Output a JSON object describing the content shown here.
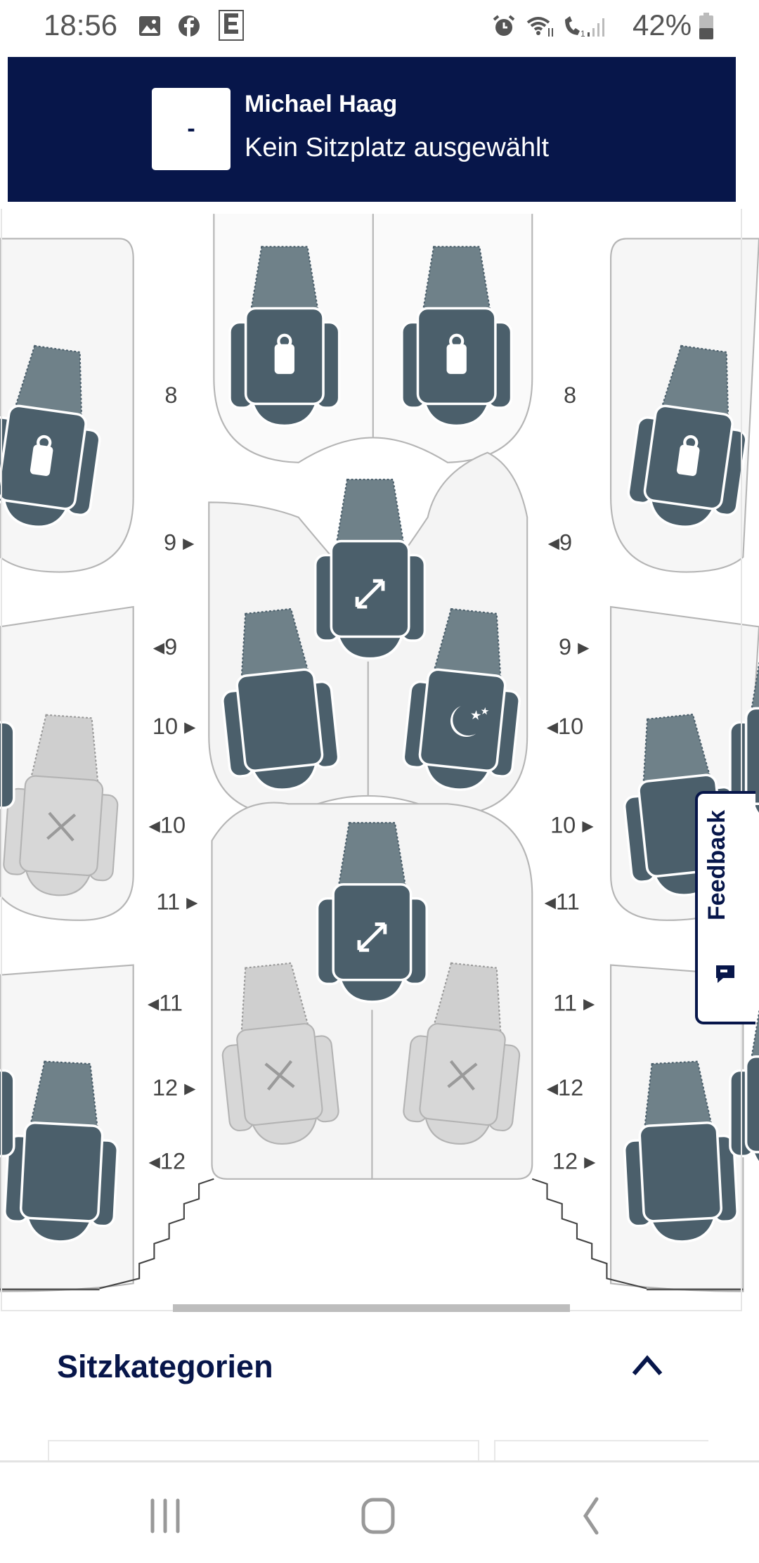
{
  "status_bar": {
    "time": "18:56",
    "battery": "42%",
    "icons": [
      "gallery-icon",
      "facebook-icon",
      "edeka-icon",
      "alarm-icon",
      "wifi-icon",
      "wifi-call-icon",
      "signal-icon",
      "battery-icon"
    ]
  },
  "header": {
    "seat_badge": "-",
    "passenger_name": "Michael Haag",
    "seat_status": "Kein Sitzplatz ausgewählt"
  },
  "colors": {
    "navy": "#07164a",
    "seat_available": "#4b5f6b",
    "seat_back": "#6f8189",
    "seat_unavailable": "#d7d7d7"
  },
  "seat_map": {
    "row_labels_left": [
      "8",
      "9 ▸",
      "◂9",
      "10 ▸",
      "◂10",
      "11 ▸",
      "◂11",
      "12 ▸",
      "◂12"
    ],
    "row_labels_right": [
      "8",
      "◂9",
      "9 ▸",
      "◂10",
      "10 ▸",
      "◂11",
      "11 ▸",
      "◂12",
      "12 ▸"
    ]
  },
  "feedback": {
    "label": "Feedback"
  },
  "categories": {
    "title": "Sitzkategorien"
  },
  "nav": {
    "recent": "recent-apps",
    "home": "home",
    "back": "back"
  }
}
